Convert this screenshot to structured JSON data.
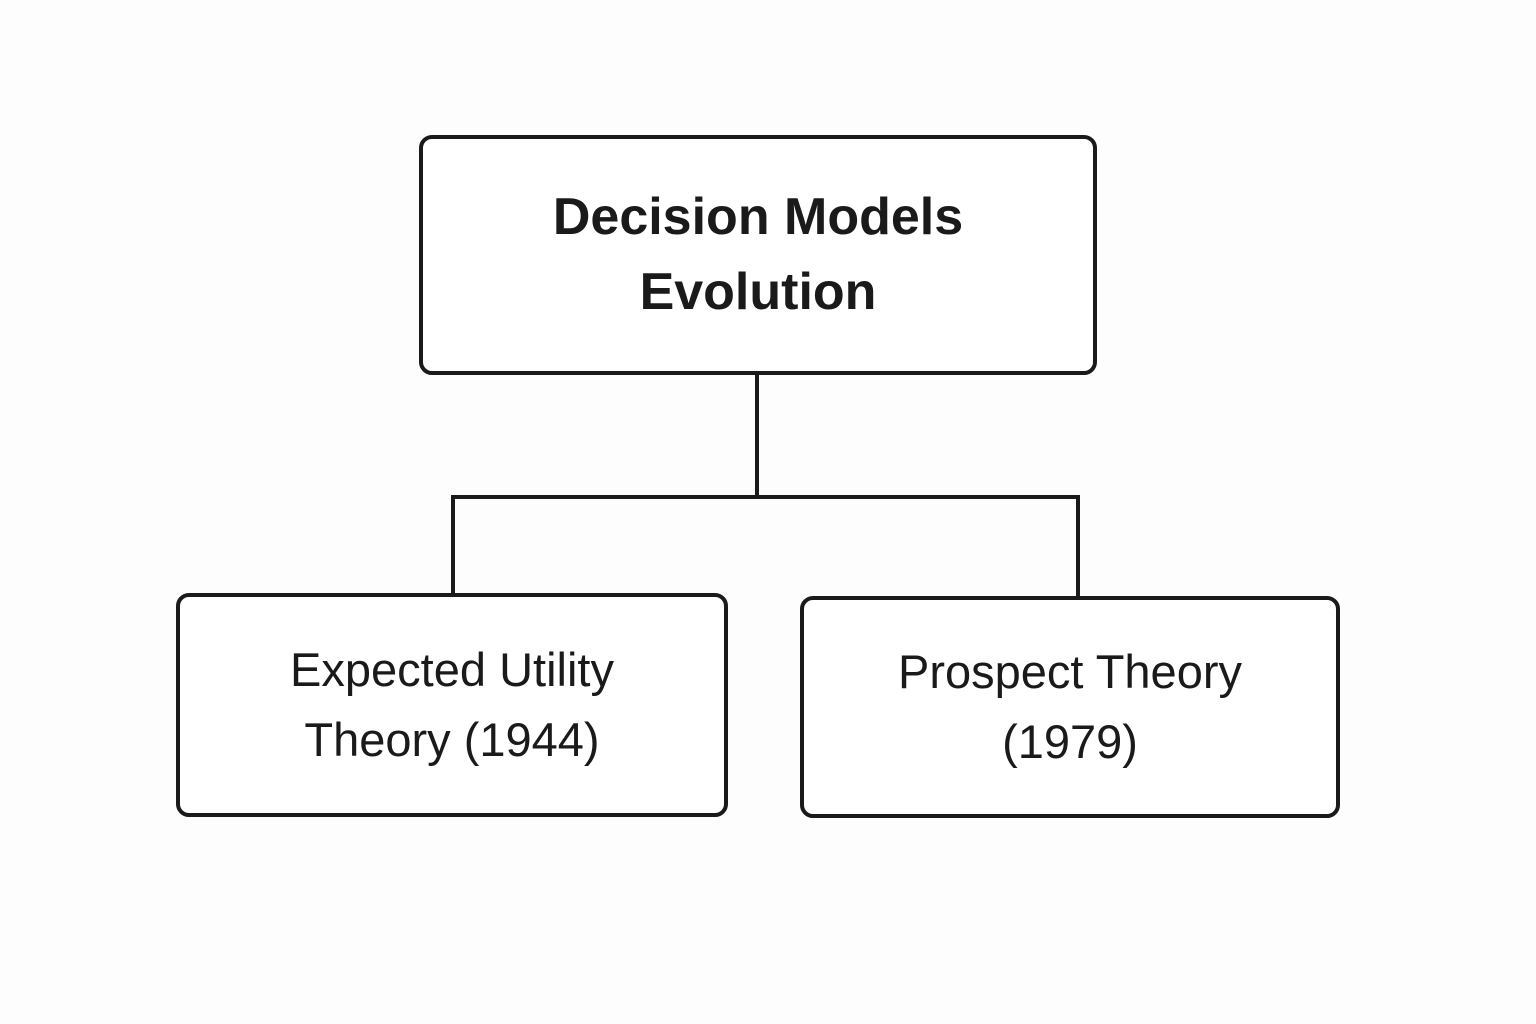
{
  "diagram": {
    "type": "flowchart",
    "root": {
      "label": "Decision Models Evolution"
    },
    "children": [
      {
        "label": "Expected Utility Theory (1944)"
      },
      {
        "label": "Prospect Theory (1979)"
      }
    ]
  },
  "colors": {
    "background": "#fdfdfd",
    "box-fill": "#ffffff",
    "line": "#1a1a1a",
    "text": "#1a1a1a"
  }
}
